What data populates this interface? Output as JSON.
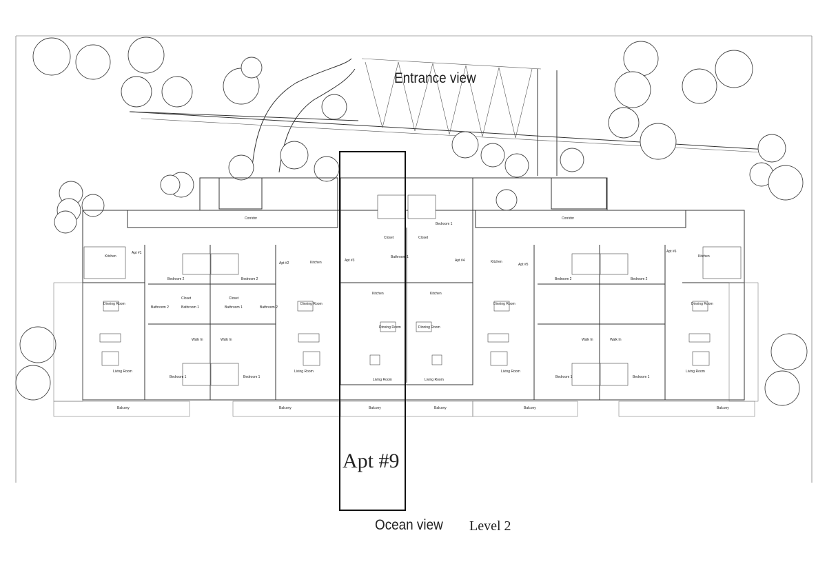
{
  "labels": {
    "entrance": "Entrance view",
    "ocean": "Ocean view",
    "level": "Level 2",
    "highlight": "Apt #9"
  },
  "units": [
    {
      "tag": "Apt #1",
      "kitchen": "Kitchen",
      "dining": "Dinning Room",
      "living": "Living Room"
    },
    {
      "tag": "Apt #2",
      "kitchen": "Kitchen",
      "dining": "Dinning Room",
      "living": "Living Room"
    },
    {
      "tag": "Apt #3",
      "kitchen": "Kitchen",
      "dining": "Dinning Room",
      "living": "Living Room"
    },
    {
      "tag": "Apt #4",
      "kitchen": "Kitchen",
      "dining": "Dinning Room",
      "living": "Living Room"
    },
    {
      "tag": "Apt #5",
      "kitchen": "Kitchen",
      "dining": "Dinning Room",
      "living": "Living Room"
    },
    {
      "tag": "Apt #6",
      "kitchen": "Kitchen",
      "dining": "Dinning Room",
      "living": "Living Room"
    }
  ],
  "rooms": {
    "bedroom1": "Bedroom 1",
    "bedroom2": "Bedroom 2",
    "bathroom1": "Bathroom 1",
    "bathroom2": "Bathroom 2",
    "closet": "Closet",
    "walkin": "Walk In",
    "corridor": "Corridor",
    "balcony": "Balcony"
  }
}
